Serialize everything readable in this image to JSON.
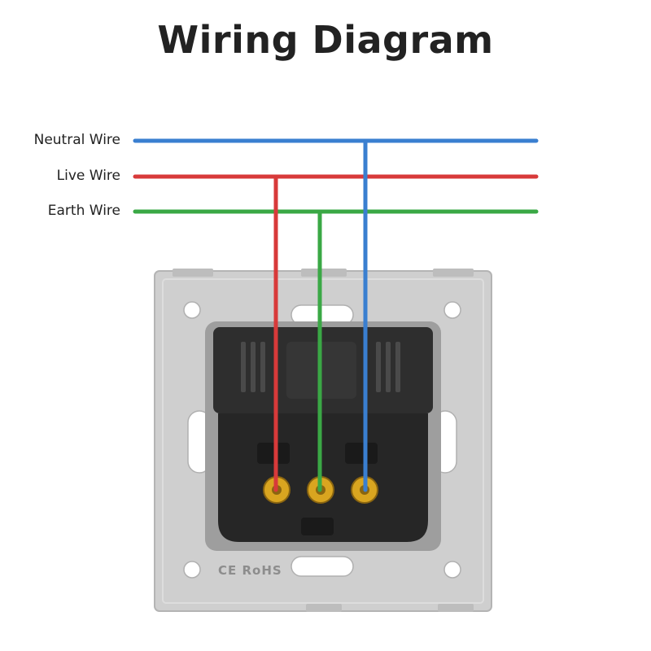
{
  "title": "Wiring Diagram",
  "wires": [
    {
      "id": "neutral",
      "label": "Neutral Wire",
      "color": "#3a7fd0"
    },
    {
      "id": "live",
      "label": "Live Wire",
      "color": "#d83a3a"
    },
    {
      "id": "earth",
      "label": "Earth Wire",
      "color": "#3aa845"
    }
  ],
  "socket": {
    "plate_color": "#cfcfcf",
    "body_color": "#2b2b2b",
    "terminal_color": "#d9a520",
    "certification_marks": "CE RoHS"
  }
}
